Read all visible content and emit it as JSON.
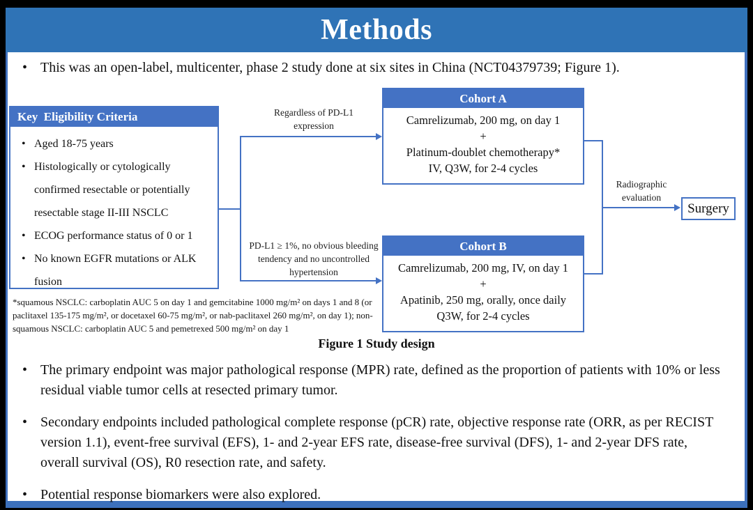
{
  "slide": {
    "title": "Methods",
    "intro_bullet": "This was an open-label, multicenter, phase 2 study done at six sites in China (NCT04379739; Figure 1)."
  },
  "figure": {
    "caption": "Figure 1 Study design",
    "eligibility": {
      "header": "Key  Eligibility Criteria",
      "items": [
        "Aged 18-75 years",
        "Histologically or cytologically confirmed resectable or potentially resectable stage II-III NSCLC",
        "ECOG performance status of 0 or 1",
        "No known EGFR mutations or ALK fusion"
      ]
    },
    "branches": {
      "cohort_a_condition": "Regardless of PD-L1 expression",
      "cohort_b_condition": "PD-L1 ≥ 1%, no obvious bleeding tendency and no uncontrolled hypertension"
    },
    "cohort_a": {
      "header": "Cohort A",
      "lines": [
        "Camrelizumab, 200 mg, on day 1",
        "+",
        "Platinum-doublet chemotherapy*",
        "IV, Q3W, for 2-4 cycles"
      ]
    },
    "cohort_b": {
      "header": "Cohort B",
      "lines": [
        "Camrelizumab, 200 mg, IV, on day 1",
        "+",
        "Apatinib, 250 mg, orally, once daily",
        "Q3W, for 2-4 cycles"
      ]
    },
    "evaluation_label": "Radiographic evaluation",
    "surgery_label": "Surgery",
    "footnote": "*squamous NSCLC: carboplatin AUC 5 on day 1 and gemcitabine 1000 mg/m² on days 1 and 8 (or paclitaxel 135-175 mg/m², or docetaxel 60-75 mg/m², or nab-paclitaxel 260 mg/m², on day 1); non-squamous NSCLC: carboplatin AUC 5 and pemetrexed 500 mg/m² on day 1"
  },
  "bullets": [
    "The primary endpoint was major pathological response (MPR) rate, defined as the proportion of patients with 10% or less residual viable tumor cells at resected primary tumor.",
    "Secondary endpoints included pathological complete response (pCR) rate, objective response rate (ORR, as per RECIST version 1.1), event-free survival (EFS), 1- and 2-year EFS rate, disease-free survival (DFS), 1- and 2-year DFS rate, overall survival (OS), R0 resection rate, and safety.",
    "Potential response biomarkers were also explored."
  ],
  "colors": {
    "title_band": "#2F73B6",
    "accent": "#4472C4",
    "text": "#111111"
  }
}
